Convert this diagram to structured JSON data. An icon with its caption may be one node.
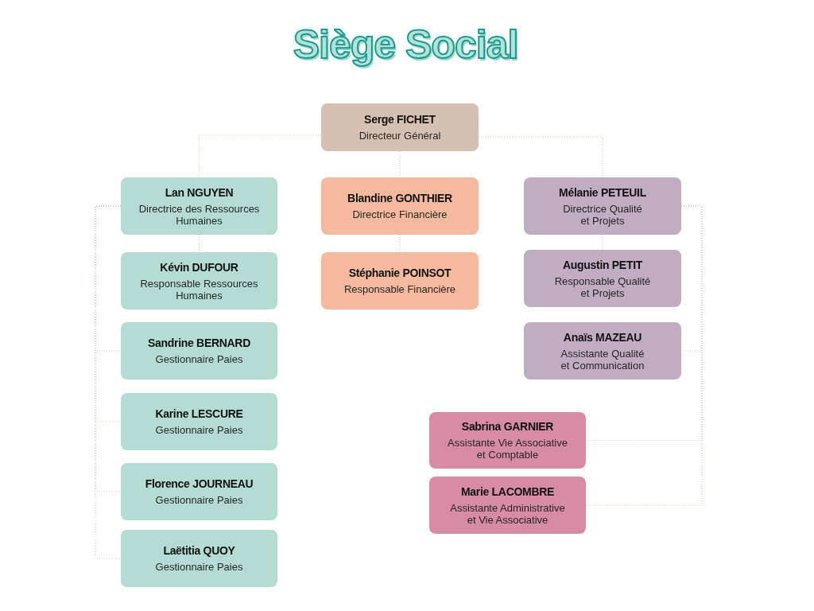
{
  "diagram": {
    "title": "Siège Social",
    "nodes": [
      {
        "text": [
          "Serge FICHET",
          "Directeur Général"
        ]
      },
      {
        "text": [
          "Lan NGUYEN",
          "Directrice des Ressources Humaines"
        ]
      },
      {
        "text": [
          "Kévin DUFOUR",
          "Responsable Ressources Humaines"
        ]
      },
      {
        "text": [
          "Sandrine BERNARD",
          "Gestionnaire Paies"
        ]
      },
      {
        "text": [
          "Karine LESCURE",
          "Gestionnaire Paies"
        ]
      },
      {
        "text": [
          "Florence JOURNEAU",
          "Gestionnaire Paies"
        ]
      },
      {
        "text": [
          "Laëtitia QUOY",
          "Gestionnaire Paies"
        ]
      },
      {
        "text": [
          "Blandine GONTHIER",
          "Directrice Financière"
        ]
      },
      {
        "text": [
          "Stéphanie POINSOT",
          "Responsable Financière"
        ]
      },
      {
        "text": [
          "Mélanie PETEUIL",
          "Directrice Qualité et Projets"
        ]
      },
      {
        "text": [
          "Augustin PETIT",
          "Responsable Qualité et Projets"
        ]
      },
      {
        "text": [
          "Anaïs MAZEAU",
          "Assistante Qualité et Communication"
        ]
      },
      {
        "text": [
          "Sabrina GARNIER",
          "Assistante Vie Associative et Comptable"
        ]
      },
      {
        "text": [
          "Marie LACOMBRE",
          "Assistante Administrative et Vie Associative"
        ]
      }
    ],
    "edges": [
      {
        "from": 0,
        "to": 1,
        "arrow": "none"
      },
      {
        "from": 0,
        "to": 7,
        "arrow": "none"
      },
      {
        "from": 0,
        "to": 9,
        "arrow": "none"
      },
      {
        "from": 1,
        "to": 2,
        "arrow": "none"
      },
      {
        "from": 1,
        "to": 3,
        "arrow": "none"
      },
      {
        "from": 1,
        "to": 4,
        "arrow": "none"
      },
      {
        "from": 1,
        "to": 5,
        "arrow": "none"
      },
      {
        "from": 1,
        "to": 6,
        "arrow": "none"
      },
      {
        "from": 7,
        "to": 8,
        "arrow": "none"
      },
      {
        "from": 9,
        "to": 10,
        "arrow": "none"
      },
      {
        "from": 9,
        "to": 11,
        "arrow": "none"
      },
      {
        "from": 9,
        "to": 12,
        "arrow": "none"
      },
      {
        "from": 9,
        "to": 13,
        "arrow": "none"
      }
    ]
  }
}
